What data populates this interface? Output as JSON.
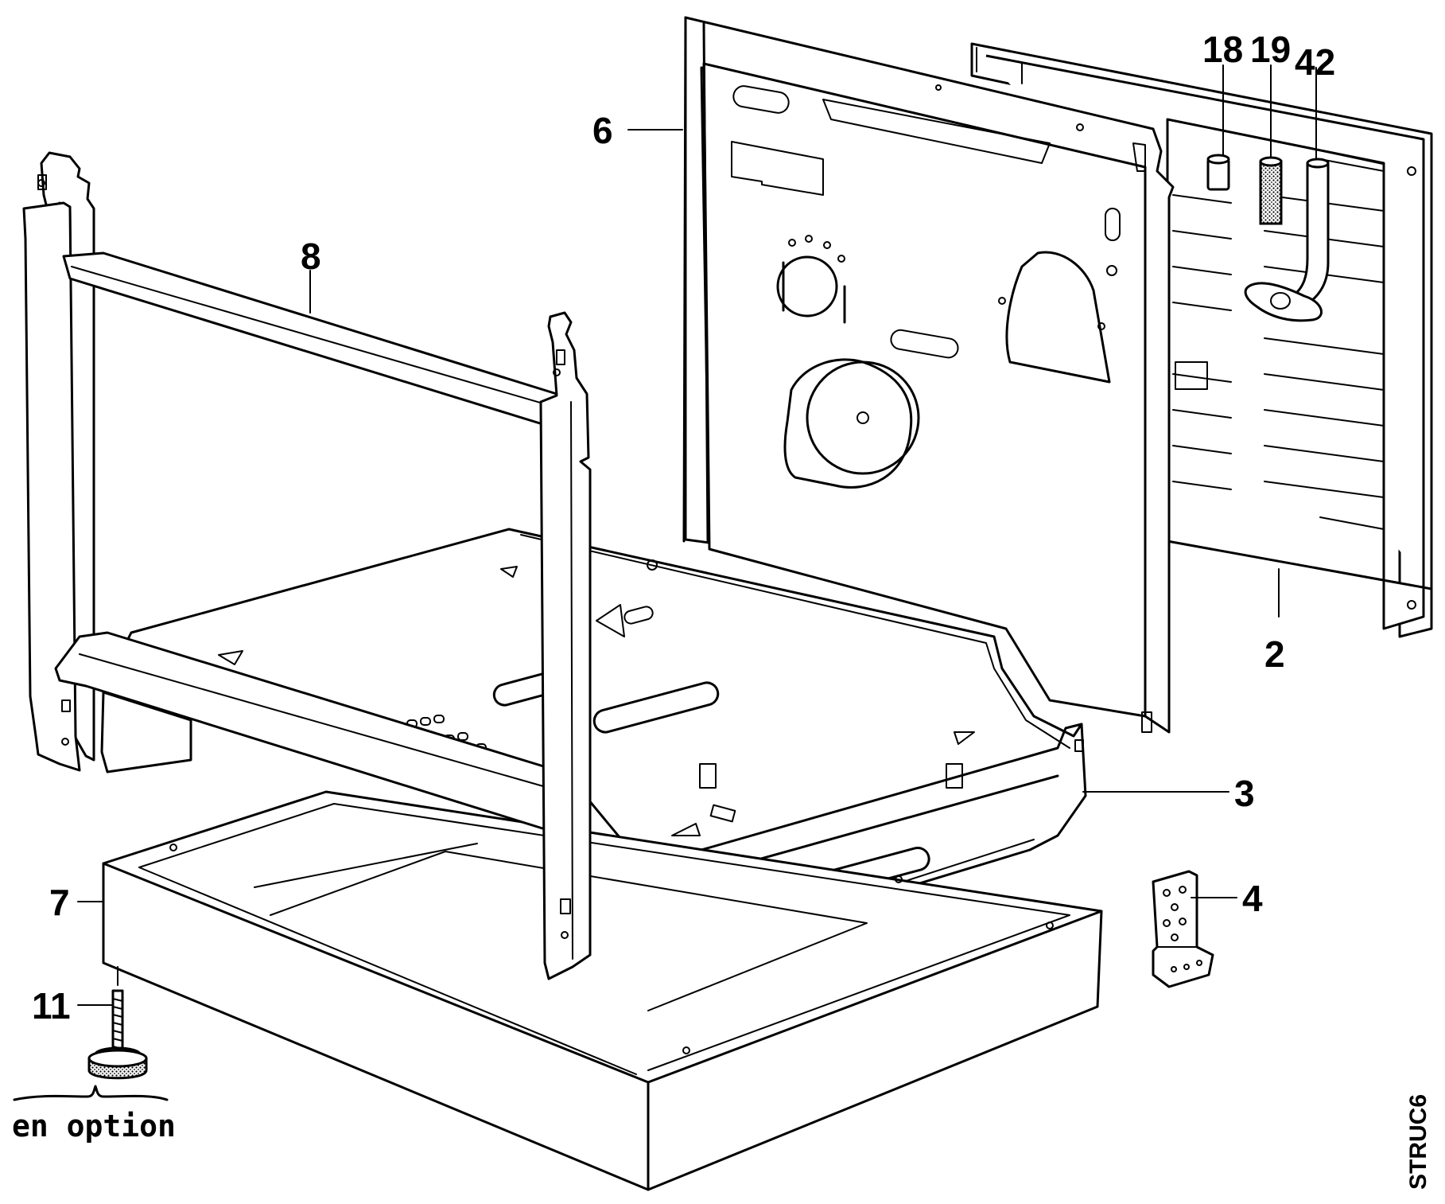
{
  "labels": {
    "p2": "2",
    "p3": "3",
    "p4": "4",
    "p6": "6",
    "p7": "7",
    "p8": "8",
    "p11": "11",
    "p18": "18",
    "p19": "19",
    "p42": "42"
  },
  "note": "en option",
  "drawing_code": "STRUC6",
  "colors": {
    "line": "#000000",
    "background": "#ffffff"
  }
}
